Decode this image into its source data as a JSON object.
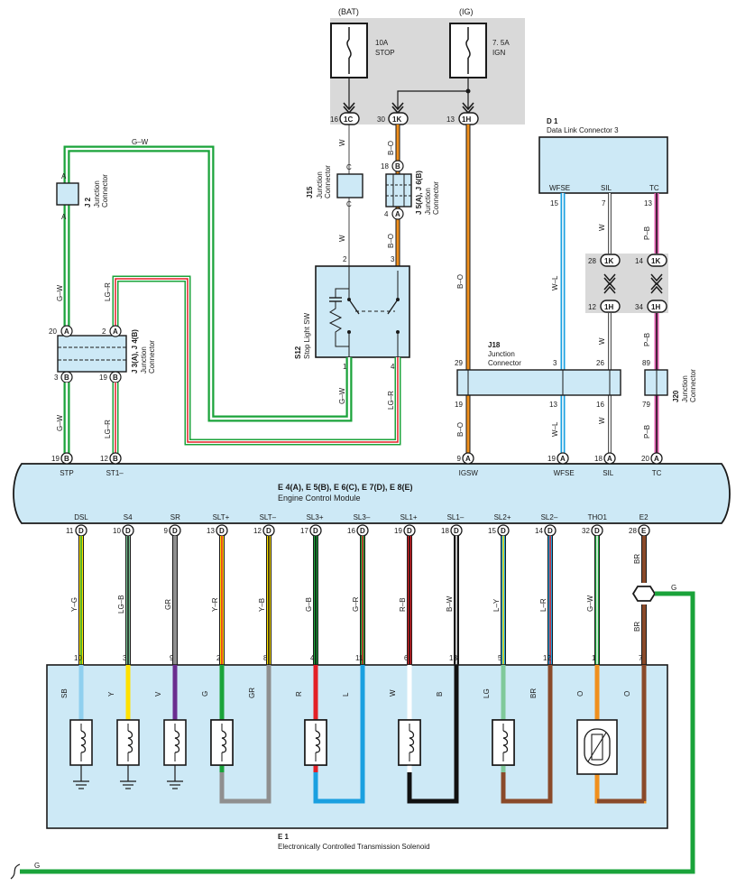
{
  "fuses": {
    "bat": {
      "source": "(BAT)",
      "rating": "10A",
      "name": "STOP"
    },
    "ig": {
      "source": "(IG)",
      "rating": "7. 5A",
      "name": "IGN"
    }
  },
  "top_connectors": [
    "1C",
    "1K",
    "1H"
  ],
  "top_pins": [
    "16",
    "30",
    "13"
  ],
  "top_wires": {
    "bat": "W",
    "b_o": "B–O",
    "igsw": "B–O"
  },
  "j2": {
    "id": "J 2",
    "name": "Junction",
    "name2": "Connector",
    "pin_top": "A",
    "pin_bottom": "A",
    "wire_top": "G–W"
  },
  "j15": {
    "id": "J15",
    "name": "Junction",
    "name2": "Connector",
    "pin_top": "C",
    "pin_bottom": "C"
  },
  "j5": {
    "id": "J 5(A), J 6(B)",
    "name": "Junction",
    "name2": "Connector",
    "pin_top_num": "18",
    "pin_top": "B",
    "pin_bottom_num": "4",
    "pin_bottom": "A"
  },
  "s12": {
    "id": "S12",
    "name": "Stop Light SW",
    "pin_1": "1",
    "pin_2": "2",
    "pin_3": "3",
    "pin_4": "4",
    "wire_2": "W",
    "wire_3": "B–O",
    "wire_1": "G–W",
    "wire_4": "LG–R"
  },
  "j3": {
    "id": "J 3(A), J 4(B)",
    "name": "Junction",
    "name2": "Connector",
    "pins_top": [
      {
        "num": "20",
        "letter": "A"
      },
      {
        "num": "2",
        "letter": "A"
      }
    ],
    "pins_bottom": [
      {
        "num": "3",
        "letter": "B"
      },
      {
        "num": "19",
        "letter": "B"
      }
    ],
    "wire_left": "G–W",
    "wire_right": "LG–R"
  },
  "d1": {
    "id": "D 1",
    "name": "Data Link Connector 3",
    "pins": [
      "WFSE",
      "SIL",
      "TC"
    ],
    "pin_nums": [
      "15",
      "7",
      "13"
    ]
  },
  "d1_wires": [
    "W–L",
    "W",
    "P–B"
  ],
  "mid_connectors": [
    {
      "num": "28",
      "code": "1K"
    },
    {
      "num": "14",
      "code": "1K"
    },
    {
      "num": "12",
      "code": "1H"
    },
    {
      "num": "34",
      "code": "1H"
    }
  ],
  "j18": {
    "id": "J18",
    "name": "Junction",
    "name2": "Connector",
    "pins_top": [
      "29",
      "3",
      "26"
    ],
    "pins_bottom": [
      "19",
      "13",
      "16"
    ]
  },
  "j20": {
    "id": "J20",
    "name": "Junction",
    "name2": "Connector",
    "pin_top": "89",
    "pin_bottom": "79"
  },
  "ecm": {
    "title": "E 4(A), E 5(B), E 6(C), E 7(D), E 8(E)",
    "name": "Engine Control Module",
    "top_pins": [
      {
        "num": "19",
        "letter": "B",
        "label": "STP",
        "wire": "G–W"
      },
      {
        "num": "12",
        "letter": "B",
        "label": "ST1–",
        "wire": "LG–R"
      },
      {
        "num": "9",
        "letter": "A",
        "label": "IGSW",
        "wire": "B–O"
      },
      {
        "num": "19",
        "letter": "A",
        "label": "WFSE",
        "wire": "W–L"
      },
      {
        "num": "18",
        "letter": "A",
        "label": "SIL",
        "wire": "W"
      },
      {
        "num": "20",
        "letter": "A",
        "label": "TC",
        "wire": "P–B"
      }
    ],
    "bottom_pins": [
      {
        "num": "11",
        "letter": "D",
        "label": "DSL",
        "wire": "Y–G",
        "sol_pin": "10",
        "sol_wire": "SB"
      },
      {
        "num": "10",
        "letter": "D",
        "label": "S4",
        "wire": "LG–B",
        "sol_pin": "3",
        "sol_wire": "Y"
      },
      {
        "num": "9",
        "letter": "D",
        "label": "SR",
        "wire": "GR",
        "sol_pin": "9",
        "sol_wire": "V"
      },
      {
        "num": "13",
        "letter": "D",
        "label": "SLT+",
        "wire": "Y–R",
        "sol_pin": "2",
        "sol_wire": "G"
      },
      {
        "num": "12",
        "letter": "D",
        "label": "SLT–",
        "wire": "Y–B",
        "sol_pin": "8",
        "sol_wire": "GR"
      },
      {
        "num": "17",
        "letter": "D",
        "label": "SL3+",
        "wire": "G–B",
        "sol_pin": "4",
        "sol_wire": "R"
      },
      {
        "num": "16",
        "letter": "D",
        "label": "SL3–",
        "wire": "G–R",
        "sol_pin": "11",
        "sol_wire": "L"
      },
      {
        "num": "19",
        "letter": "D",
        "label": "SL1+",
        "wire": "R–B",
        "sol_pin": "6",
        "sol_wire": "W"
      },
      {
        "num": "18",
        "letter": "D",
        "label": "SL1–",
        "wire": "B–W",
        "sol_pin": "13",
        "sol_wire": "B"
      },
      {
        "num": "15",
        "letter": "D",
        "label": "SL2+",
        "wire": "L–Y",
        "sol_pin": "5",
        "sol_wire": "LG"
      },
      {
        "num": "14",
        "letter": "D",
        "label": "SL2–",
        "wire": "L–R",
        "sol_pin": "12",
        "sol_wire": "BR"
      },
      {
        "num": "32",
        "letter": "D",
        "label": "THO1",
        "wire": "G–W",
        "sol_pin": "1",
        "sol_wire": "O"
      },
      {
        "num": "28",
        "letter": "E",
        "label": "E2",
        "wire": "BR",
        "sol_pin": "7",
        "sol_wire": "O"
      }
    ],
    "e2_wire_lower": "BR",
    "shield_wire": "G"
  },
  "e1": {
    "id": "E 1",
    "name": "Electronically Controlled Transmission Solenoid"
  },
  "ground_wire": "G",
  "colors": {
    "fill": "#cde9f6",
    "gray_box": "#d9d9d9",
    "stroke": "#1a1a1a",
    "G": "#1aa33a",
    "W": "#ffffff",
    "O": "#f0901e",
    "B": "#111111",
    "R": "#e32026",
    "Y": "#ffe100",
    "L": "#1aa0e0",
    "LG": "#7fc99a",
    "BR": "#8a4a2a",
    "GR": "#8f8f8f",
    "V": "#6a2d8f",
    "P": "#e05fb0",
    "SB": "#8fd0ef"
  }
}
